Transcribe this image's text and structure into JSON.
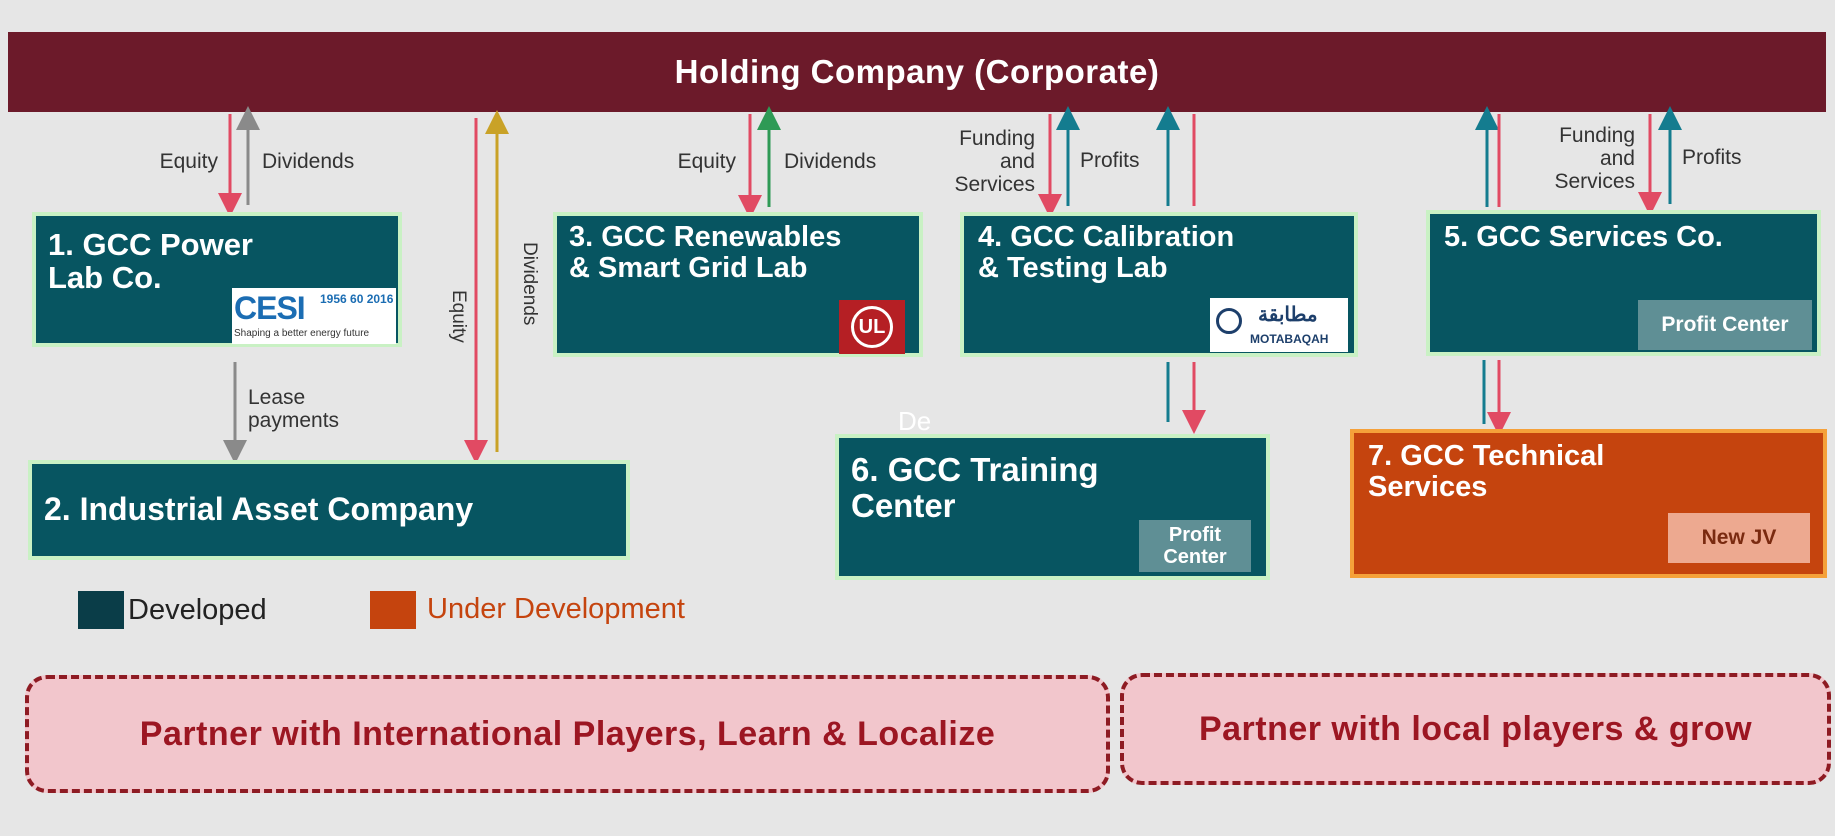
{
  "header": {
    "title": "Holding Company (Corporate)"
  },
  "entities": {
    "power_lab": {
      "title": "1. GCC Power\nLab Co.",
      "logo_text": "CESI",
      "logo_years": "1956 60 2016",
      "logo_tagline": "Shaping a better energy future"
    },
    "asset_company": {
      "title": "2. Industrial Asset Company"
    },
    "renewables_lab": {
      "title": "3. GCC Renewables\n& Smart Grid Lab",
      "logo_text": "UL"
    },
    "calibration_lab": {
      "title": "4. GCC Calibration\n& Testing Lab",
      "logo_text": "MOTABAQAH",
      "logo_arabic": "مطابقة"
    },
    "services_co": {
      "title": "5. GCC Services Co.",
      "badge": "Profit Center"
    },
    "training_center": {
      "title": "6. GCC Training\nCenter",
      "badge": "Profit\nCenter"
    },
    "technical_services": {
      "title": "7. GCC Technical\nServices",
      "badge": "New JV"
    }
  },
  "flow_labels": {
    "equity_1": "Equity",
    "dividends_1": "Dividends",
    "equity_2": "Equity",
    "dividends_2": "Dividends",
    "equity_3": "Equity",
    "dividends_3": "Dividends",
    "funding_4": "Funding\nand\nServices",
    "profits_4": "Profits",
    "funding_5": "Funding\nand\nServices",
    "profits_5": "Profits",
    "lease": "Lease\npayments",
    "stray_text": "De"
  },
  "legend": {
    "developed": "Developed",
    "under_development": "Under Development"
  },
  "partners": {
    "international": "Partner with International Players, Learn & Localize",
    "local": "Partner with local players & grow"
  },
  "colors": {
    "header": "#6c1a2a",
    "developed": "#075561",
    "under_development": "#c5440e",
    "arrow_red": "#e14a63",
    "arrow_gray": "#8a8a8a",
    "arrow_green": "#2e9a55",
    "arrow_teal": "#147c8f",
    "arrow_gold": "#c9a227"
  }
}
